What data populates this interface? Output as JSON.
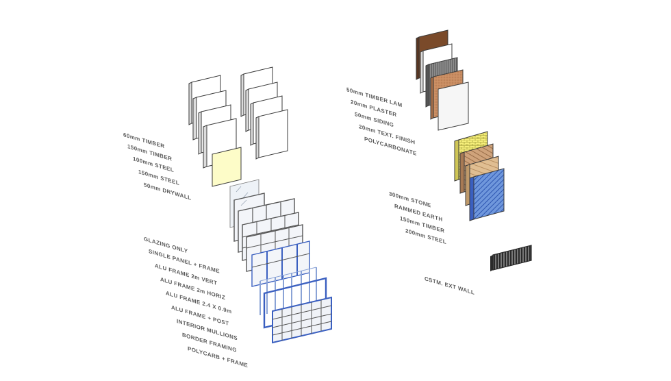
{
  "groups": {
    "walls": {
      "labels": [
        "60mm TIMBER",
        "150mm TIMBER",
        "100mm STEEL",
        "150mm STEEL",
        "50mm DRYWALL"
      ]
    },
    "curtain_walls": {
      "labels": [
        "GLAZING ONLY",
        "SINGLE PANEL + FRAME",
        "ALU FRAME 2m VERT",
        "ALU FRAME 2m HORIZ",
        "ALU FRAME 2.4 X 0.9m",
        "ALU FRAME + POST",
        "INTERIOR MULLIONS",
        "BORDER FRAMING",
        "POLYCARB + FRAME"
      ]
    },
    "finishes": {
      "labels": [
        "50mm TIMBER LAM",
        "20mm PLASTER",
        "50mm SIDING",
        "20mm TEXT. FINISH",
        "POLYCARBONATE"
      ]
    },
    "heavy_walls": {
      "labels": [
        "300mm STONE",
        "RAMMED EARTH",
        "150mm TIMBER",
        "200mm STEEL"
      ]
    },
    "custom": {
      "labels": [
        "CSTM. EXT WALL"
      ]
    }
  },
  "colors": {
    "label": "#5a5a5a",
    "panel_stroke": "#3a3a3a",
    "drywall_fill": "#fdfcc8",
    "timber_lam": "#7a4a2a",
    "siding": "#6a6a6a",
    "texture": "#c8906a",
    "stone": "#f3ec7a",
    "rammed_earth": "#c89a72",
    "timber": "#d8b48a",
    "steel": "#4a78c8",
    "frame_blue": "#3a5fc0",
    "glass": "#e9eef5"
  }
}
